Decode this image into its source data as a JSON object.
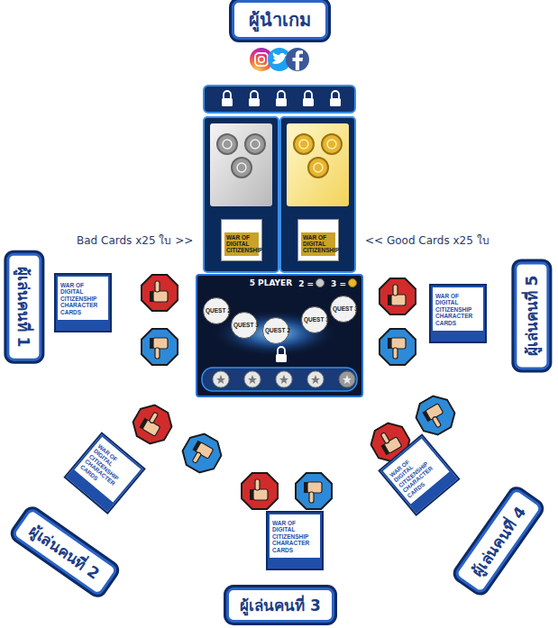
{
  "diagram": {
    "nodes": [
      {
        "text": [
          "ผู้นำเกม"
        ]
      },
      {
        "text": [
          "5 PLAYER",
          "2 =",
          "3 ="
        ]
      },
      {
        "text": [
          "QUEST 2"
        ],
        "in": 1
      },
      {
        "text": [
          "QUEST 3"
        ],
        "in": 1
      },
      {
        "text": [
          "QUEST 2"
        ],
        "in": 1
      },
      {
        "text": [
          "QUEST 3"
        ],
        "in": 1
      },
      {
        "text": [
          "QUEST 3"
        ],
        "in": 1
      },
      {
        "text": [
          "WAR OF DIGITAL CITIZENSHIP"
        ]
      },
      {
        "text": [
          "WAR OF DIGITAL CITIZENSHIP"
        ]
      },
      {
        "text": [
          "ผู้เล่นคนที่ 1"
        ]
      },
      {
        "text": [
          "WAR OF DIGITAL CITIZENSHIP CHARACTER CARDS"
        ]
      },
      {
        "text": [
          "WAR OF DIGITAL CITIZENSHIP CHARACTER CARDS"
        ]
      },
      {
        "text": [
          "ผู้เล่นคนที่ 5"
        ]
      },
      {
        "text": [
          "WAR OF DIGITAL CITIZENSHIP CHARACTER CARDS"
        ]
      },
      {
        "text": [
          "WAR OF DIGITAL CITIZENSHIP CHARACTER CARDS"
        ]
      },
      {
        "text": [
          "WAR OF DIGITAL CITIZENSHIP CHARACTER CARDS"
        ]
      },
      {
        "text": [
          "ผู้เล่นคนที่ 2"
        ]
      },
      {
        "text": [
          "ผู้เล่นคนที่ 4"
        ]
      },
      {
        "text": [
          "ผู้เล่นคนที่ 3"
        ]
      }
    ],
    "labels": [
      "Bad Cards x25 ใบ >>",
      "<< Good Cards x25 ใบ"
    ]
  }
}
